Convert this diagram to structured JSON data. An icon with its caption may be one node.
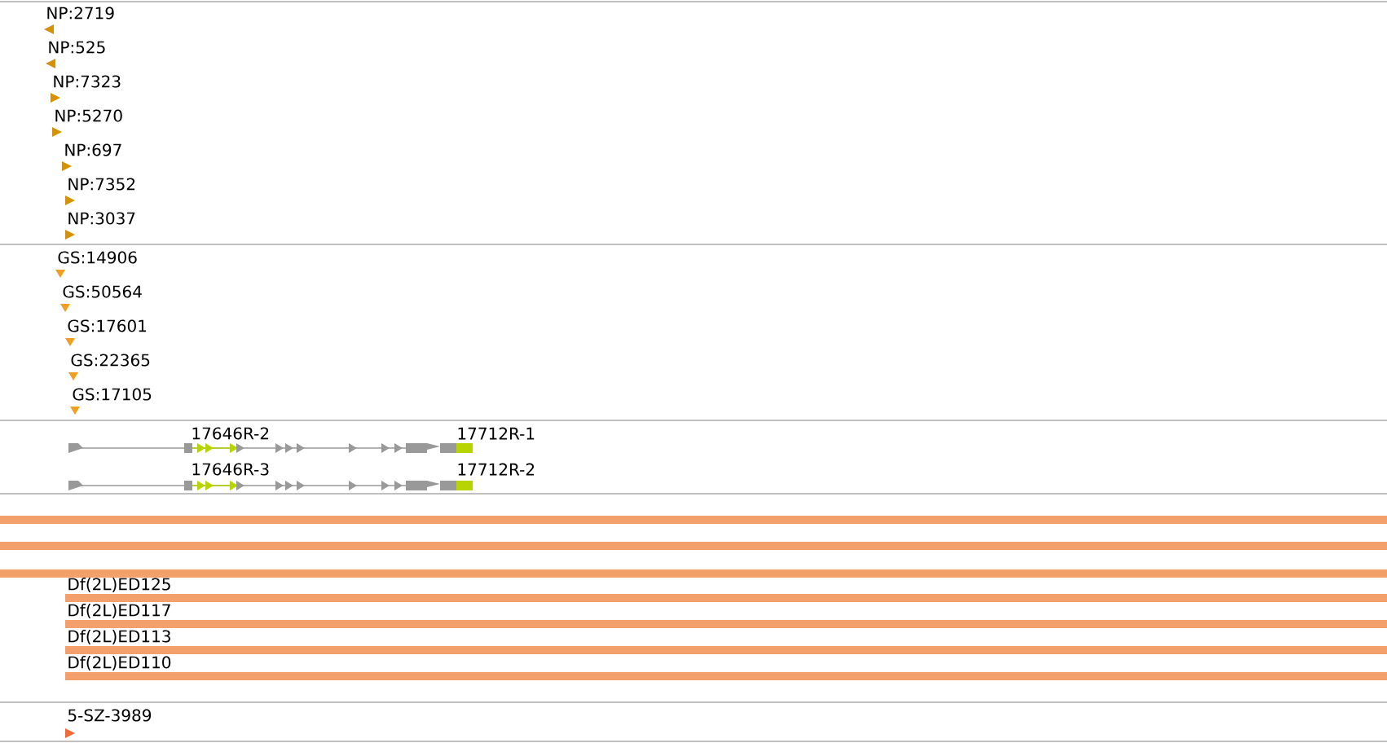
{
  "diagram": {
    "labels": [
      "NP:2719",
      "NP:525",
      "NP:7323",
      "NP:5270",
      "NP:697",
      "NP:7352",
      "NP:3037",
      "GS:14906",
      "GS:50564",
      "GS:17601",
      "GS:22365",
      "GS:17105",
      "17646R-2",
      "17712R-1",
      "17646R-3",
      "17712R-2",
      "Df(2L)ED125",
      "Df(2L)ED117",
      "Df(2L)ED113",
      "Df(2L)ED110",
      "5-SZ-3989"
    ]
  }
}
